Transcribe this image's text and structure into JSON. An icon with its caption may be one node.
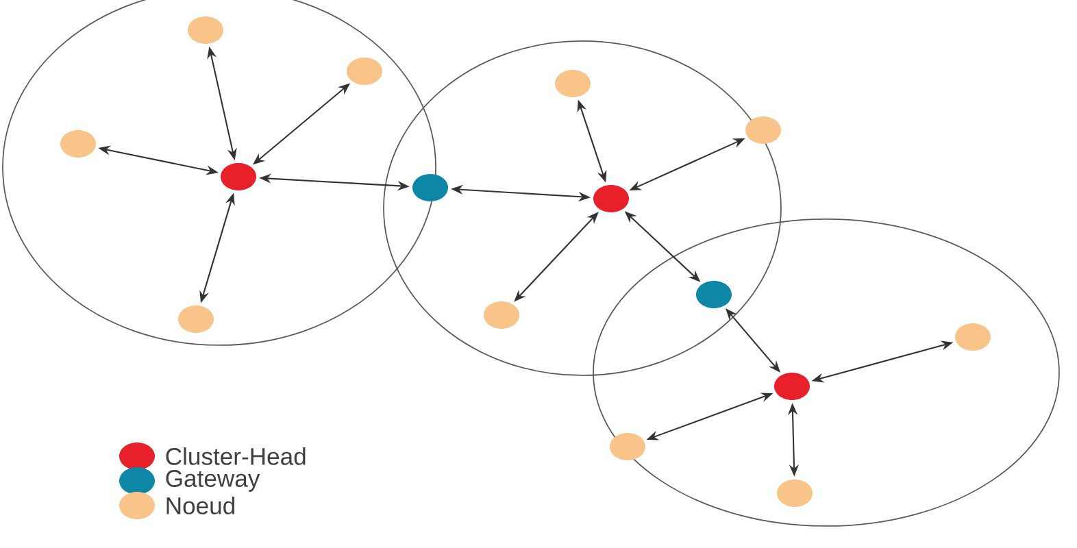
{
  "diagram": {
    "nodes": [
      {
        "text": [],
        "shape": "circle"
      },
      {
        "text": [],
        "shape": "circle"
      },
      {
        "text": [],
        "shape": "circle"
      },
      {
        "text": [],
        "shape": "circle"
      },
      {
        "text": [],
        "shape": "circle"
      },
      {
        "text": [],
        "shape": "circle"
      },
      {
        "text": [],
        "shape": "circle"
      },
      {
        "text": [],
        "shape": "circle"
      },
      {
        "text": [],
        "shape": "circle"
      },
      {
        "text": [],
        "shape": "circle"
      },
      {
        "text": [],
        "shape": "circle"
      },
      {
        "text": [],
        "shape": "circle"
      },
      {
        "text": [],
        "shape": "circle"
      },
      {
        "text": [],
        "shape": "circle"
      },
      {
        "text": [],
        "shape": "circle"
      }
    ],
    "edges": [
      {
        "from": 3,
        "to": 2,
        "arrow": "both"
      },
      {
        "from": 3,
        "to": 4,
        "arrow": "both"
      },
      {
        "from": 3,
        "to": 0,
        "arrow": "both"
      },
      {
        "from": 3,
        "to": 1,
        "arrow": "both"
      },
      {
        "from": 3,
        "to": 5,
        "arrow": "both"
      },
      {
        "from": 5,
        "to": 8,
        "arrow": "both"
      },
      {
        "from": 8,
        "to": 7,
        "arrow": "both"
      },
      {
        "from": 8,
        "to": 11,
        "arrow": "both"
      },
      {
        "from": 8,
        "to": 6,
        "arrow": "both"
      },
      {
        "from": 8,
        "to": 10,
        "arrow": "both"
      },
      {
        "from": 10,
        "to": 12,
        "arrow": "both"
      },
      {
        "from": 12,
        "to": 14,
        "arrow": "both"
      },
      {
        "from": 12,
        "to": 9,
        "arrow": "both"
      },
      {
        "from": 12,
        "to": 13,
        "arrow": "both"
      }
    ],
    "legend": [
      {
        "text": "Cluster-Head",
        "color": "#e8202a"
      },
      {
        "text": "Gateway",
        "color": "#0e87a6"
      },
      {
        "text": "Noeud",
        "color": "#f8c48a"
      }
    ]
  }
}
